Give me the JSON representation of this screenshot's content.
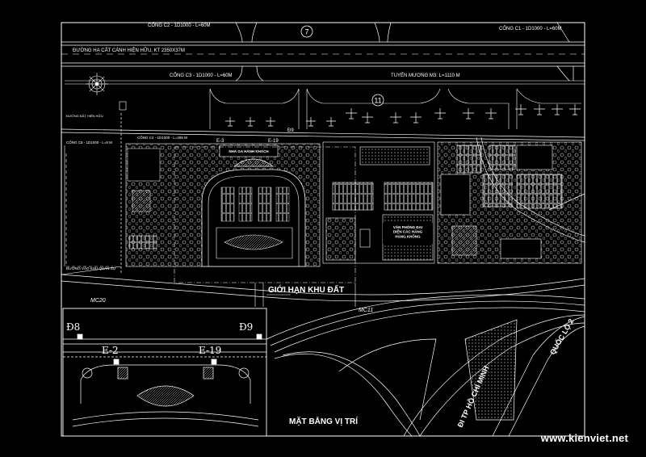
{
  "labels": {
    "cong_c2": "CỐNG C2 - 1D1000 - L=60M",
    "marker_7": "7",
    "cong_c1": "CỐNG C1 - 1D1000 - L=60M",
    "duong_ha_cat_canh": "ĐƯỜNG HẠ CẤT CÁNH HIỆN HỮU, KT 2350X37M",
    "cong_c3": "CỐNG C3 - 1D1000 - L=60M",
    "tuyen_muong": "TUYẾN MƯƠNG M3: L=1110 M",
    "marker_11": "11",
    "cong_c4": "CỐNG C4 - 1D1000 - L=265 M",
    "cong_c8": "CỐNG C8 - 1D1000 - L=8 M",
    "duong_dat_hien_huu": "ĐƯỜNG ĐẤT HIỆN HỮU",
    "duong_vao_khu_quan_su": "ĐƯỜNG VÀO KHU QUÂN SỰ",
    "e3": "E-3",
    "e19_top": "E-19",
    "d9_top": "Đ9",
    "nha_ga_hanh_khach": "NHÀ GA HÀNH KHÁCH",
    "van_phong_dai": "VĂN PHÒNG ĐẠI\nDIỆN CÁC HÃNG\nHÀNG KHÔNG",
    "gioi_han_khu_dat": "GIỚI HẠN KHU ĐẤT",
    "mc20": "MC20",
    "mc11": "MC11",
    "d8": "Đ8",
    "d9": "Đ9",
    "e2": "E-2",
    "e19": "E-19",
    "mat_bang_vi_tri": "MẶT BẰNG VỊ TRÍ",
    "dt_ho_chi_minh": "ĐI TP HỒ CHÍ MINH",
    "quoc_lo": "QUỐC LỘ 2"
  },
  "watermark": "www.kienviet.net",
  "colors": {
    "background": "#000000",
    "line": "#ffffff"
  }
}
